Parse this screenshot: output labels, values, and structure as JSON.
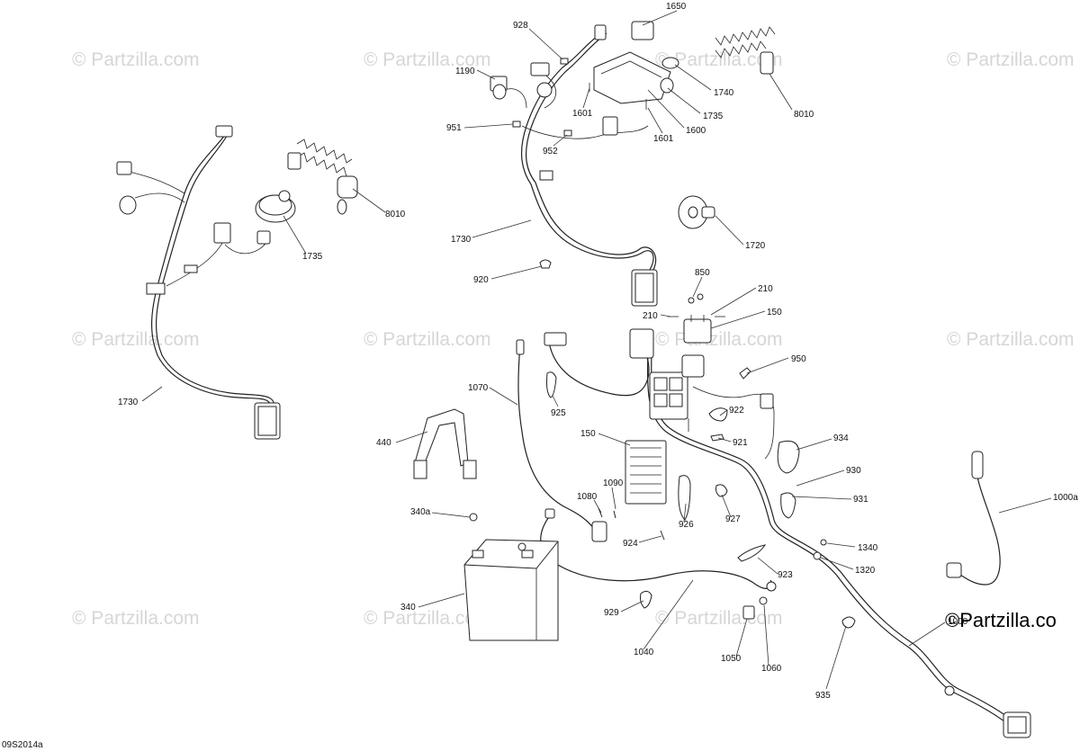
{
  "watermark": "© Partzilla.com",
  "watermark_corner": "©Partzilla.co",
  "drawing_code": "09S2014a",
  "callouts": [
    {
      "id": "c928",
      "text": "928"
    },
    {
      "id": "c1650",
      "text": "1650"
    },
    {
      "id": "c1190",
      "text": "1190"
    },
    {
      "id": "c1740",
      "text": "1740"
    },
    {
      "id": "c8010a",
      "text": "8010"
    },
    {
      "id": "c1601a",
      "text": "1601"
    },
    {
      "id": "c1735a",
      "text": "1735"
    },
    {
      "id": "c1600",
      "text": "1600"
    },
    {
      "id": "c951",
      "text": "951"
    },
    {
      "id": "c1601b",
      "text": "1601"
    },
    {
      "id": "c952",
      "text": "952"
    },
    {
      "id": "c8010b",
      "text": "8010"
    },
    {
      "id": "c1735b",
      "text": "1735"
    },
    {
      "id": "c1730a",
      "text": "1730"
    },
    {
      "id": "c1720",
      "text": "1720"
    },
    {
      "id": "c920",
      "text": "920"
    },
    {
      "id": "c850",
      "text": "850"
    },
    {
      "id": "c210a",
      "text": "210"
    },
    {
      "id": "c210b",
      "text": "210"
    },
    {
      "id": "c150a",
      "text": "150"
    },
    {
      "id": "c950",
      "text": "950"
    },
    {
      "id": "c1730b",
      "text": "1730"
    },
    {
      "id": "c1070",
      "text": "1070"
    },
    {
      "id": "c925",
      "text": "925"
    },
    {
      "id": "c922",
      "text": "922"
    },
    {
      "id": "c150b",
      "text": "150"
    },
    {
      "id": "c921",
      "text": "921"
    },
    {
      "id": "c934",
      "text": "934"
    },
    {
      "id": "c440",
      "text": "440"
    },
    {
      "id": "c930",
      "text": "930"
    },
    {
      "id": "c1090",
      "text": "1090"
    },
    {
      "id": "c1080",
      "text": "1080"
    },
    {
      "id": "c931",
      "text": "931"
    },
    {
      "id": "c1000a",
      "text": "1000a"
    },
    {
      "id": "c926",
      "text": "926"
    },
    {
      "id": "c927",
      "text": "927"
    },
    {
      "id": "c340a",
      "text": "340a"
    },
    {
      "id": "c924",
      "text": "924"
    },
    {
      "id": "c1340",
      "text": "1340"
    },
    {
      "id": "c1320",
      "text": "1320"
    },
    {
      "id": "c923",
      "text": "923"
    },
    {
      "id": "c340",
      "text": "340"
    },
    {
      "id": "c929",
      "text": "929"
    },
    {
      "id": "c1000",
      "text": "1000"
    },
    {
      "id": "c1040",
      "text": "1040"
    },
    {
      "id": "c1050",
      "text": "1050"
    },
    {
      "id": "c1060",
      "text": "1060"
    },
    {
      "id": "c935",
      "text": "935"
    }
  ]
}
